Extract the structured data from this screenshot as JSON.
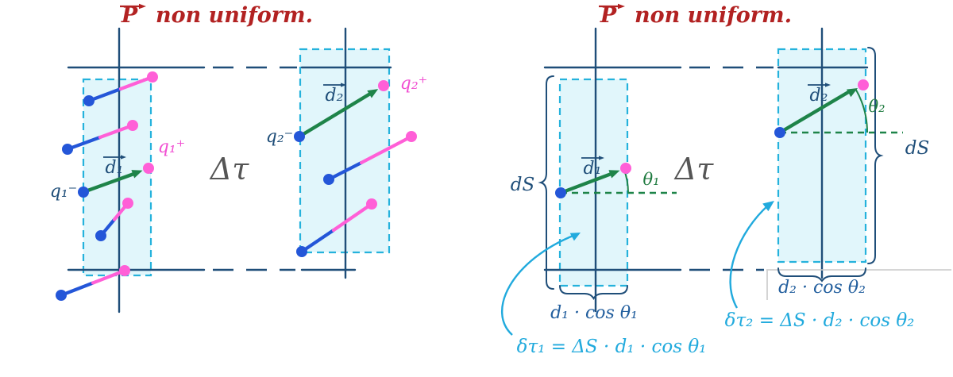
{
  "titles": {
    "left": {
      "vector_symbol": "P",
      "text": "non uniform."
    },
    "right": {
      "vector_symbol": "P",
      "text": "non uniform."
    }
  },
  "left_panel": {
    "volume_label": "Δτ",
    "d1_label": "d₁",
    "d2_label": "d₂",
    "q1_minus": "q₁⁻",
    "q1_plus": "q₁⁺",
    "q2_minus": "q₂⁻",
    "q2_plus": "q₂⁺"
  },
  "right_panel": {
    "volume_label": "Δτ",
    "d1_label": "d₁",
    "d2_label": "d₂",
    "theta1_label": "θ₁",
    "theta2_label": "θ₂",
    "dS_left": "dS",
    "dS_right": "dS",
    "projection1": "d₁ · cos θ₁",
    "projection2": "d₂ · cos θ₂",
    "formula1": "δτ₁ = ΔS · d₁ · cos θ₁",
    "formula2": "δτ₂ = ΔS · d₂ · cos θ₂"
  },
  "colors": {
    "title_red": "#b22222",
    "structure_navy": "#1f4e79",
    "slab_cyan_border": "#25b2dc",
    "slab_cyan_fill": "#dff5fa",
    "negative_charge_blue": "#2456d8",
    "positive_charge_magenta": "#ff5fd7",
    "dipole_vector_green": "#1e8449",
    "annotation_cyan": "#21aadd",
    "volume_label_gray": "#555555",
    "projection_label_blue": "#235f9e"
  }
}
